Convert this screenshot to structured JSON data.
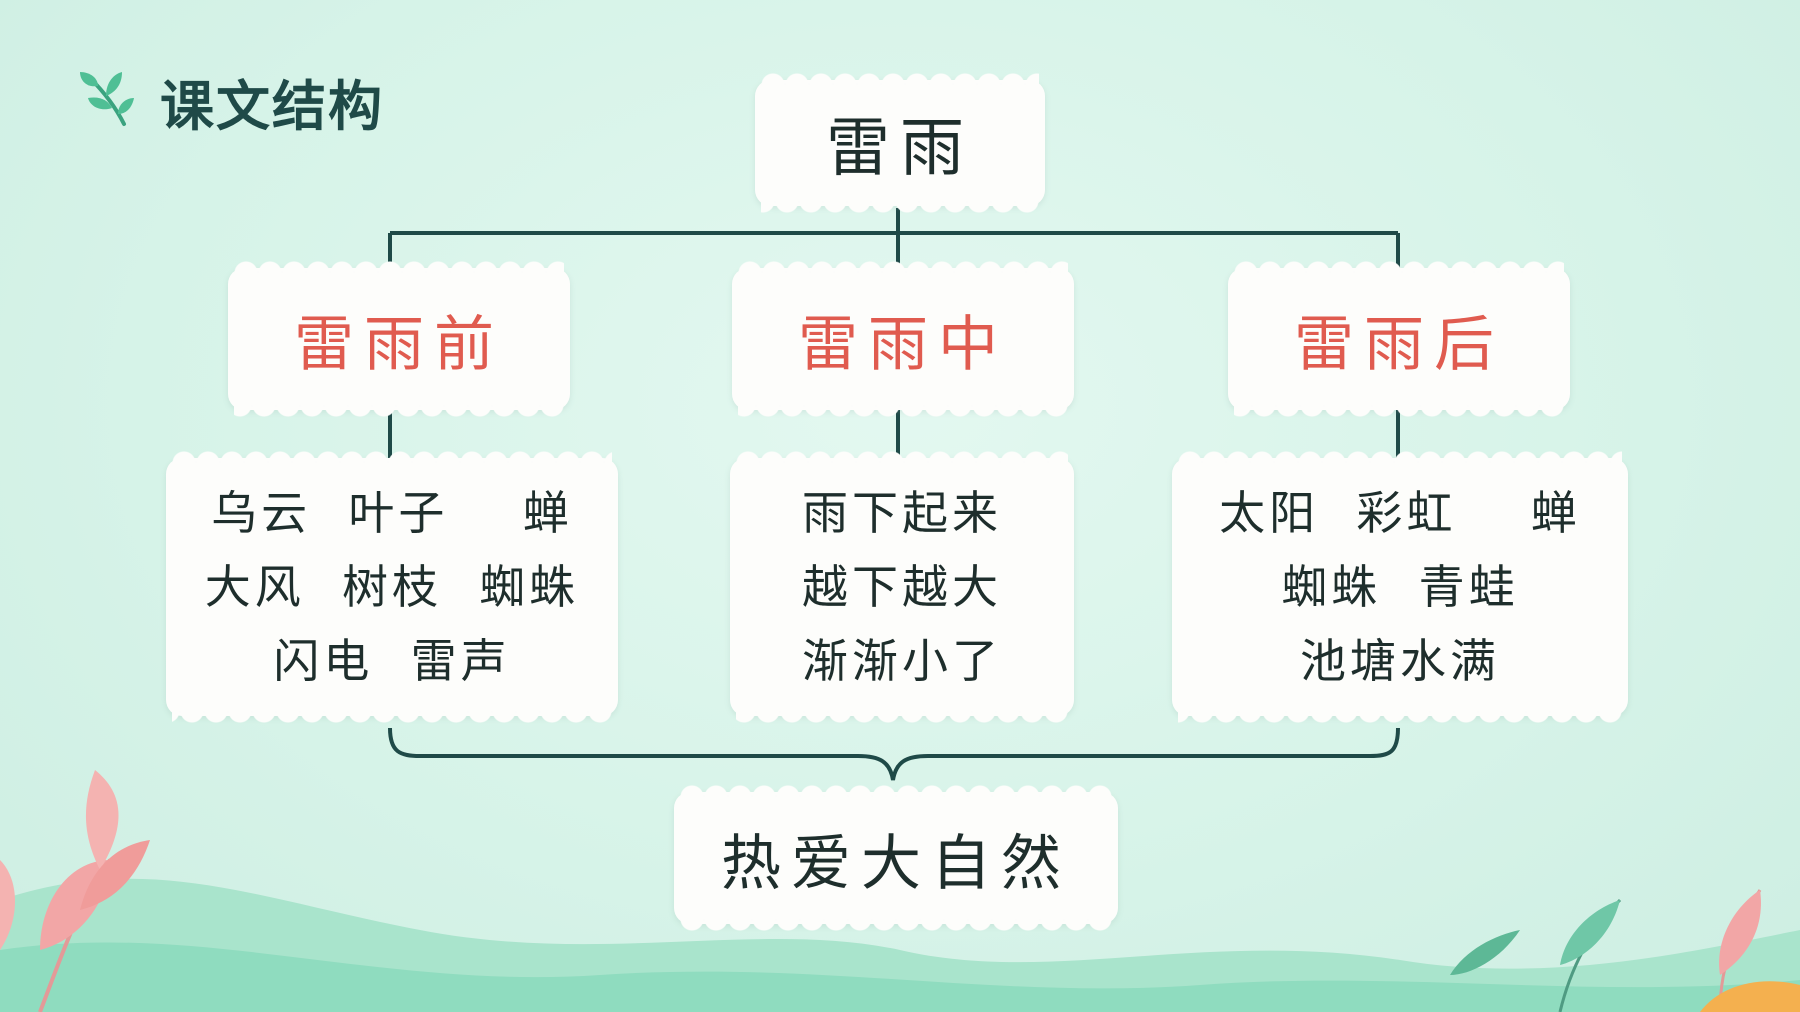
{
  "heading": {
    "title": "课文结构"
  },
  "diagram": {
    "root": "雷雨",
    "branches": [
      {
        "label": "雷雨前",
        "details": [
          "乌云  叶子    蝉",
          "大风  树枝  蜘蛛",
          "闪电  雷声"
        ]
      },
      {
        "label": "雷雨中",
        "details": [
          "雨下起来",
          "越下越大",
          "渐渐小了"
        ]
      },
      {
        "label": "雷雨后",
        "details": [
          "太阳  彩虹    蝉",
          "蜘蛛  青蛙",
          "池塘水满"
        ]
      }
    ],
    "summary": "热爱大自然"
  },
  "colors": {
    "background": "#d8f4ea",
    "line": "#1f4a48",
    "branch_text": "#e05b4f",
    "box": "#fdfdfb",
    "leaf_pink": "#f2a6a6",
    "leaf_green": "#6fc7a7"
  },
  "icons": {
    "title_icon": "leaf-sprig-icon"
  }
}
